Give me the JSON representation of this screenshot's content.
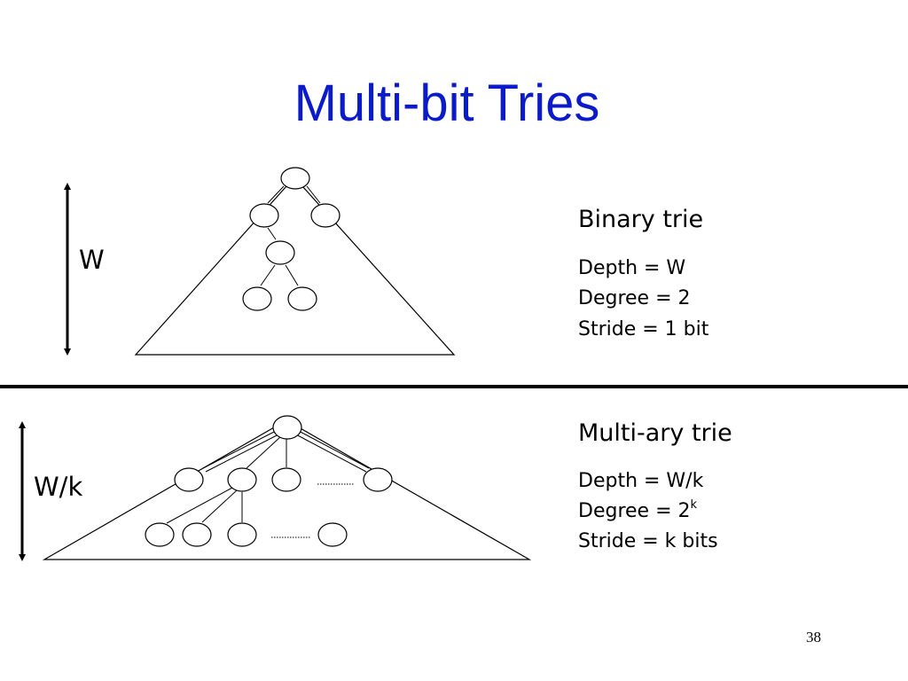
{
  "slide": {
    "title": "Multi-bit Tries",
    "page_number": "38",
    "binary": {
      "height_label": "W",
      "heading": "Binary trie",
      "depth": "Depth = W",
      "degree": "Degree = 2",
      "stride": "Stride = 1 bit"
    },
    "multiary": {
      "height_label": "W/k",
      "heading": "Multi-ary trie",
      "depth": "Depth = W/k",
      "degree_prefix": "Degree = 2",
      "degree_exponent": "k",
      "stride": "Stride = k bits"
    }
  }
}
